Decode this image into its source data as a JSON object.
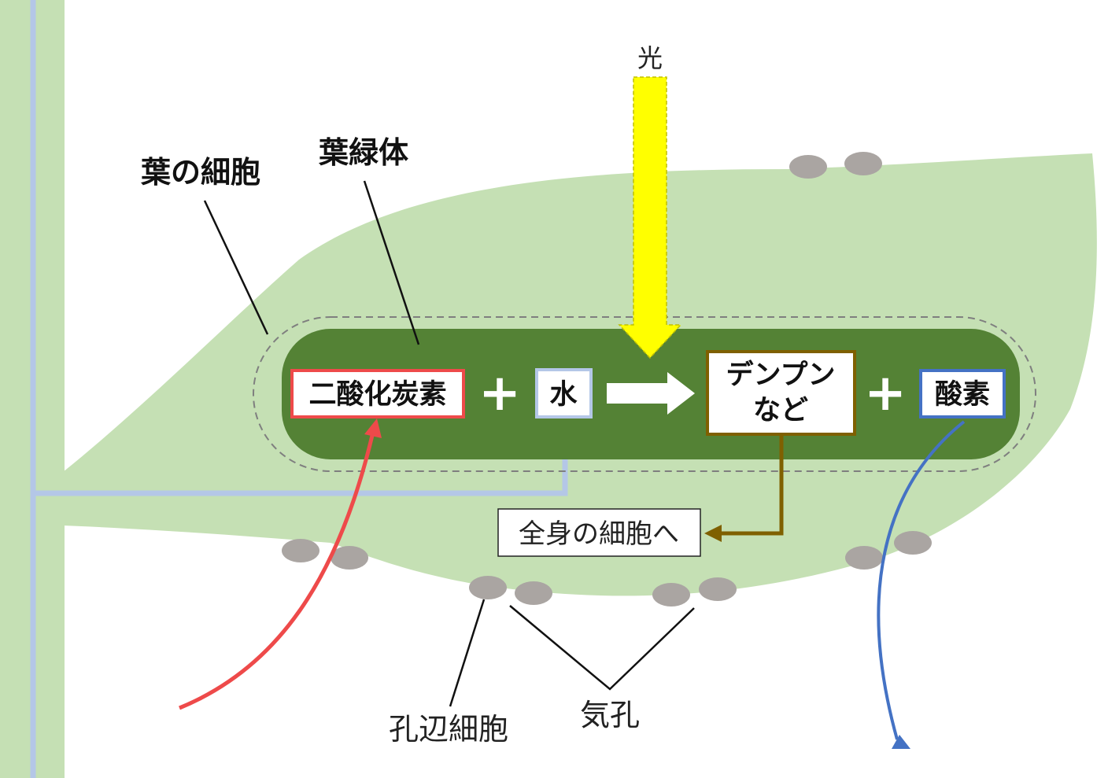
{
  "labels": {
    "light": "光",
    "leaf_cell": "葉の細胞",
    "chloroplast": "葉緑体",
    "guard_cell": "孔辺細胞",
    "stomata": "気孔",
    "to_body": "全身の細胞へ"
  },
  "equation": {
    "co2": "二酸化炭素",
    "plus1": "+",
    "water": "水",
    "starch_line1": "デンプン",
    "starch_line2": "など",
    "plus2": "+",
    "oxygen": "酸素"
  },
  "colors": {
    "leaf": "#c5e0b4",
    "chloroplast": "#548235",
    "vein": "#b4c7e7",
    "co2": "#ee4a4a",
    "oxygen": "#4472c4",
    "starch": "#7f6000",
    "light": "#ffff00",
    "stoma": "#aaa5a2"
  }
}
